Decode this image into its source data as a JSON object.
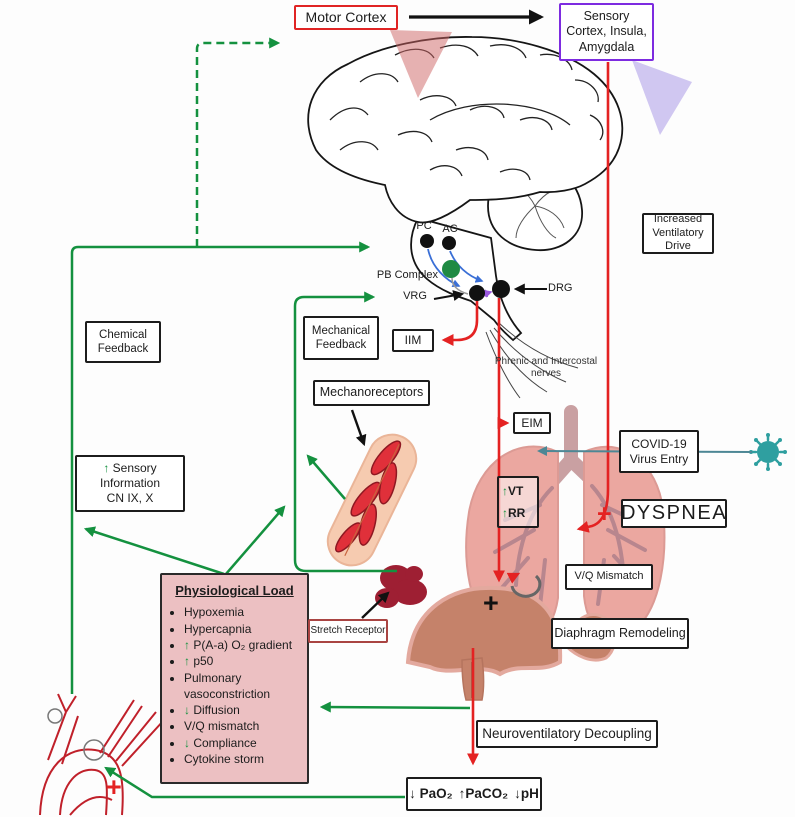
{
  "boxes": {
    "motor_cortex": "Motor Cortex",
    "sensory_cortex": "Sensory Cortex, Insula, Amygdala",
    "increased_ventilatory_drive": "Increased Ventilatory Drive",
    "chemical_feedback": "Chemical Feedback",
    "mechanical_feedback": "Mechanical Feedback",
    "iim": "IIM",
    "eim": "EIM",
    "mechanoreceptors": "Mechanoreceptors",
    "covid_entry": "COVID-19 Virus Entry",
    "dyspnea": "DYSPNEA",
    "vq_mismatch": "V/Q Mismatch",
    "diaphragm_remodeling": "Diaphragm Remodeling",
    "stretch_receptor": "Stretch Receptor",
    "neuroventilatory_decoupling": "Neuroventilatory Decoupling"
  },
  "sensory_information": {
    "arrow": "↑",
    "label": "Sensory Information",
    "line2": "CN IX, X"
  },
  "vt_rr": {
    "arrow": "↑",
    "vt": "VT",
    "rr": "RR"
  },
  "brainstem": {
    "pc": "PC",
    "ac": "AC",
    "pb_complex": "PB Complex",
    "vrg": "VRG",
    "drg": "DRG",
    "nerves": "Phrenic and Intercostal nerves"
  },
  "physiological_load": {
    "title": "Physiological Load",
    "items": [
      {
        "arrow": "",
        "text": "Hypoxemia"
      },
      {
        "arrow": "",
        "text": "Hypercapnia"
      },
      {
        "arrow": "↑",
        "text": " P(A-a) O₂ gradient"
      },
      {
        "arrow": "↑",
        "text": " p50"
      },
      {
        "arrow": "",
        "text": "Pulmonary vasoconstriction"
      },
      {
        "arrow": "↓",
        "text": " Diffusion"
      },
      {
        "arrow": "",
        "text": "V/Q mismatch"
      },
      {
        "arrow": "↓",
        "text": "  Compliance"
      },
      {
        "arrow": "",
        "text": "Cytokine storm"
      }
    ]
  },
  "blood_gas": {
    "items": [
      {
        "arrow": "↓",
        "text": "PaO₂"
      },
      {
        "arrow": "↑",
        "text": "PaCO₂"
      },
      {
        "arrow": "↓",
        "text": "pH"
      }
    ]
  },
  "plus_signs": {
    "dyspnea": "+",
    "diaphragm": "+",
    "vessels": "+"
  },
  "colors": {
    "feedback_green": "#14913f",
    "signal_red": "#e42222",
    "motor_box_red": "#e02424",
    "sensory_box_purple": "#7d2be0",
    "virus_teal": "#2f9fa0",
    "load_pink": "#ecc0c2",
    "lung_pink": "#eba7a0",
    "diaphragm_brown": "#c5826a"
  }
}
